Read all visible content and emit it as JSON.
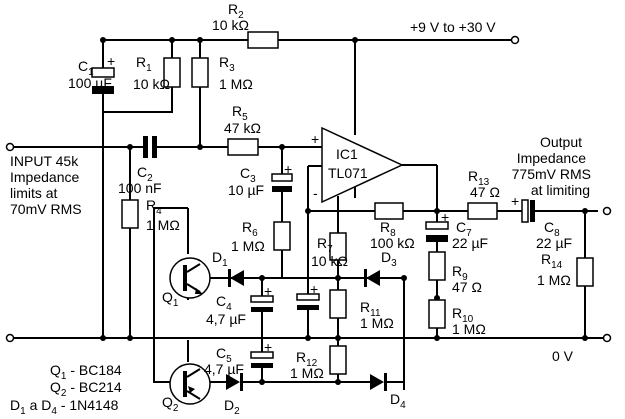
{
  "supply_label": "+9 V to +30 V",
  "ground_label": "0 V",
  "input_label": [
    "INPUT 45k",
    "Impedance",
    "limits at",
    "70mV RMS"
  ],
  "output_label": [
    "Output",
    "Impedance",
    "775mV RMS",
    "at limiting"
  ],
  "ic": {
    "name": "IC1",
    "part": "TL071",
    "plus": "+",
    "minus": "-"
  },
  "resistors": [
    {
      "ref": "R",
      "sub": "1",
      "value": "10 kΩ"
    },
    {
      "ref": "R",
      "sub": "2",
      "value": "10 kΩ"
    },
    {
      "ref": "R",
      "sub": "3",
      "value": "1 MΩ"
    },
    {
      "ref": "R",
      "sub": "4",
      "value": "1 MΩ"
    },
    {
      "ref": "R",
      "sub": "5",
      "value": "47 kΩ"
    },
    {
      "ref": "R",
      "sub": "6",
      "value": "1 MΩ"
    },
    {
      "ref": "R",
      "sub": "7",
      "value": "10 kΩ"
    },
    {
      "ref": "R",
      "sub": "8",
      "value": "100 kΩ"
    },
    {
      "ref": "R",
      "sub": "9",
      "value": "47 Ω"
    },
    {
      "ref": "R",
      "sub": "10",
      "value": "1 MΩ"
    },
    {
      "ref": "R",
      "sub": "11",
      "value": "1 MΩ"
    },
    {
      "ref": "R",
      "sub": "12",
      "value": "1 MΩ"
    },
    {
      "ref": "R",
      "sub": "13",
      "value": "47 Ω"
    },
    {
      "ref": "R",
      "sub": "14",
      "value": "1 MΩ"
    }
  ],
  "capacitors": [
    {
      "ref": "C",
      "sub": "1",
      "value": "100 µF"
    },
    {
      "ref": "C",
      "sub": "2",
      "value": "100 nF"
    },
    {
      "ref": "C",
      "sub": "3",
      "value": "10 µF"
    },
    {
      "ref": "C",
      "sub": "4",
      "value": "4,7 µF"
    },
    {
      "ref": "C",
      "sub": "5",
      "value": "4,7 µF"
    },
    {
      "ref": "C",
      "sub": "7",
      "value": "22 µF"
    },
    {
      "ref": "C",
      "sub": "8",
      "value": "22 µF"
    }
  ],
  "polarity_mark": "+",
  "diodes": [
    {
      "ref": "D",
      "sub": "1"
    },
    {
      "ref": "D",
      "sub": "2"
    },
    {
      "ref": "D",
      "sub": "3"
    },
    {
      "ref": "D",
      "sub": "4"
    }
  ],
  "transistors": [
    {
      "ref": "Q",
      "sub": "1"
    },
    {
      "ref": "Q",
      "sub": "2"
    }
  ],
  "parts_list": [
    {
      "ref": "Q",
      "sub": "1",
      "text": " - BC184"
    },
    {
      "ref": "Q",
      "sub": "2",
      "text": " - BC214"
    },
    {
      "ref": "D",
      "sub": "1",
      "text": " a D",
      "sub2": "4",
      "text2": " - 1N4148"
    }
  ]
}
